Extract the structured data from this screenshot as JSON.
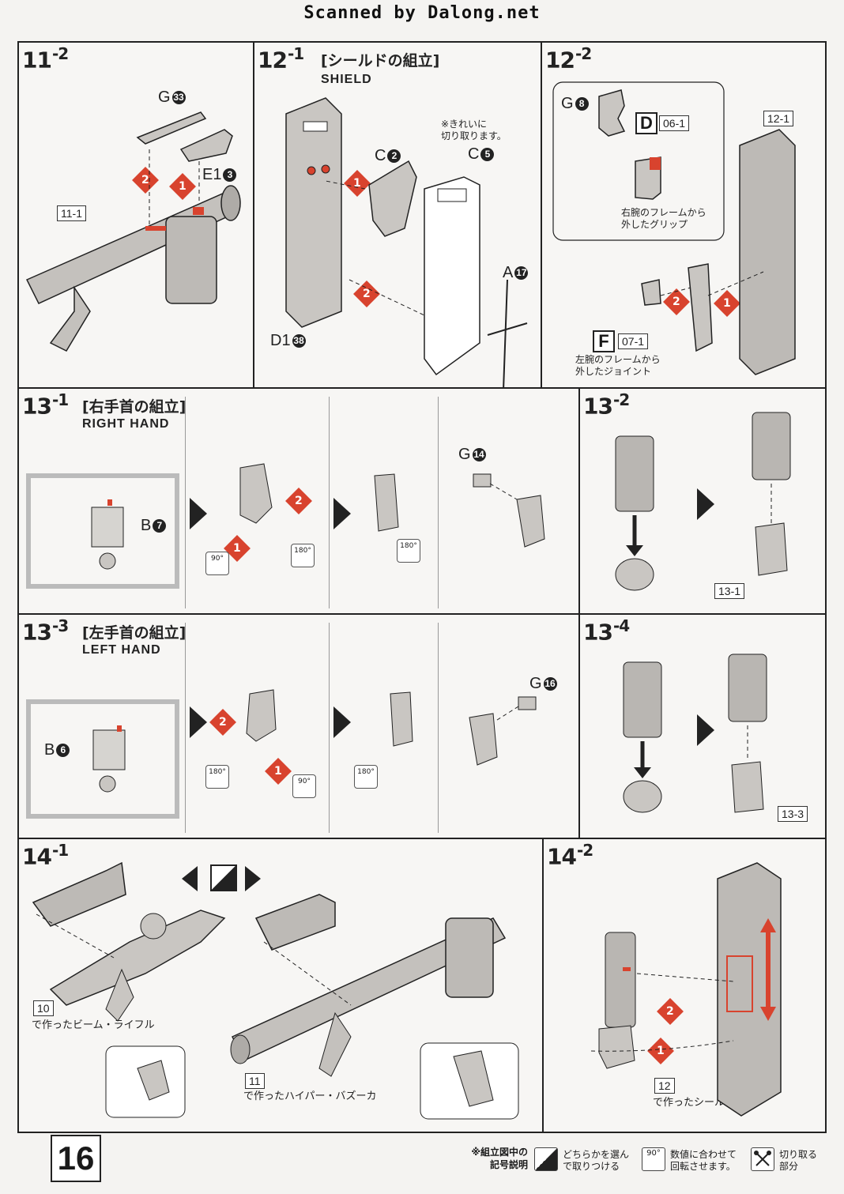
{
  "watermark": "Scanned by Dalong.net",
  "page_number": "16",
  "colors": {
    "accent": "#d8432e",
    "ink": "#222222",
    "part_gray": "#b9b6b2"
  },
  "steps": {
    "s11_2": {
      "num": "11",
      "sub": "-2",
      "parts": {
        "g33": "G",
        "g33_n": "33",
        "e1": "E1",
        "e1_n": "3"
      },
      "ref": "11-1"
    },
    "s12_1": {
      "num": "12",
      "sub": "-1",
      "title_jp": "[シールドの組立]",
      "title_en": "SHIELD",
      "note": "※きれいに\n切り取ります。",
      "parts": {
        "c2": "C",
        "c2_n": "2",
        "c5": "C",
        "c5_n": "5",
        "a17": "A",
        "a17_n": "17",
        "d138": "D1",
        "d138_n": "38"
      }
    },
    "s12_2": {
      "num": "12",
      "sub": "-2",
      "parts": {
        "g8": "G",
        "g8_n": "8"
      },
      "d_letter": "D",
      "d_ref": "06-1",
      "d_caption": "右腕のフレームから\n外したグリップ",
      "f_letter": "F",
      "f_ref": "07-1",
      "f_caption": "左腕のフレームから\n外したジョイント",
      "shield_ref": "12-1"
    },
    "s13_1": {
      "num": "13",
      "sub": "-1",
      "title_jp": "[右手首の組立]",
      "title_en": "RIGHT HAND",
      "parts": {
        "b7": "B",
        "b7_n": "7",
        "g14": "G",
        "g14_n": "14"
      },
      "rot": [
        "90°",
        "180°",
        "180°"
      ]
    },
    "s13_2": {
      "num": "13",
      "sub": "-2",
      "ref": "13-1"
    },
    "s13_3": {
      "num": "13",
      "sub": "-3",
      "title_jp": "[左手首の組立]",
      "title_en": "LEFT HAND",
      "parts": {
        "b6": "B",
        "b6_n": "6",
        "g16": "G",
        "g16_n": "16"
      },
      "rot": [
        "180°",
        "90°",
        "180°"
      ]
    },
    "s13_4": {
      "num": "13",
      "sub": "-4",
      "ref": "13-3"
    },
    "s14_1": {
      "num": "14",
      "sub": "-1",
      "rifle_ref": "10",
      "rifle_caption": "で作ったビーム・ライフル",
      "bazooka_ref": "11",
      "bazooka_caption": "で作ったハイパー・バズーカ"
    },
    "s14_2": {
      "num": "14",
      "sub": "-2",
      "shield_ref": "12",
      "shield_caption": "で作ったシールド"
    }
  },
  "legend": {
    "heading": "※組立図中の\n記号説明",
    "items": [
      {
        "icon": "choose-icon",
        "text": "どちらかを選んで取りつける"
      },
      {
        "icon": "rotate-icon",
        "icon_text": "90°",
        "text": "数値に合わせて\n回転させます。"
      },
      {
        "icon": "cut-icon",
        "text": "切り取る\n部分"
      }
    ]
  },
  "red_steps": [
    "1",
    "2"
  ]
}
